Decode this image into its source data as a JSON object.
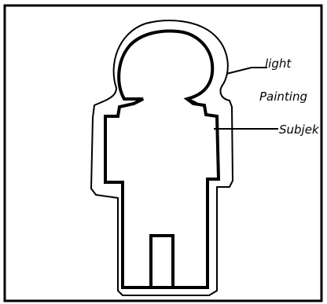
{
  "labels": {
    "light_line1": "light",
    "light_line2": "Painting",
    "subject": "Subjek"
  },
  "colors": {
    "ink": "#000000",
    "paper": "#ffffff"
  }
}
